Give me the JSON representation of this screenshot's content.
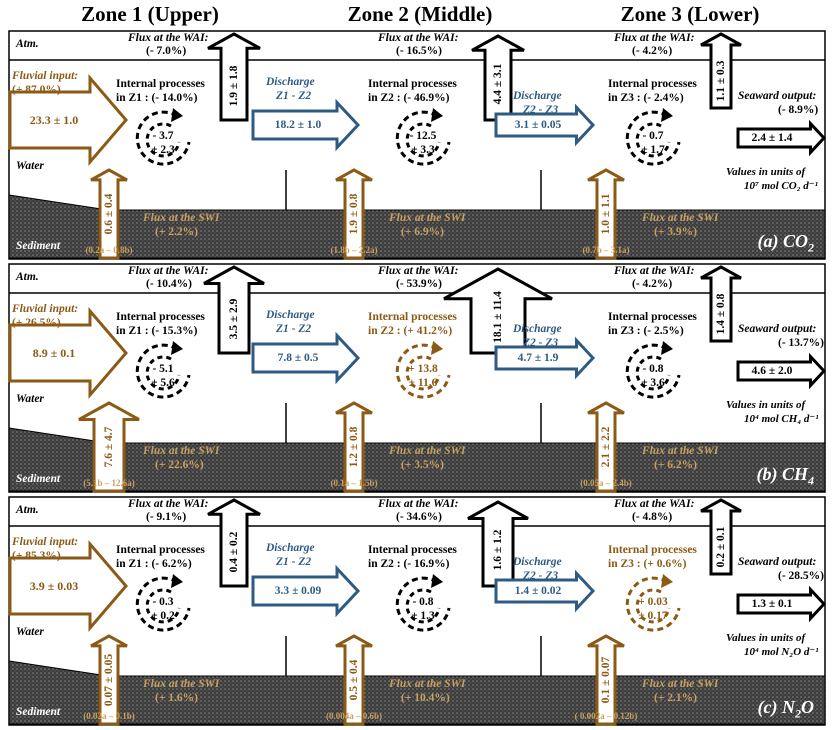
{
  "zones": [
    "Zone 1 (Upper)",
    "Zone 2 (Middle)",
    "Zone 3 (Lower)"
  ],
  "common": {
    "atm": "Atm.",
    "water": "Water",
    "sediment": "Sediment",
    "flux_wai": "Flux at the WAI:",
    "flux_swi": "Flux at the SWI",
    "fluvial": "Fluvial input:",
    "seaward": "Seaward output:",
    "internal": "Internal processes",
    "discharge": "Discharge"
  },
  "panels": [
    {
      "label": "(a) CO",
      "label_sub": "2",
      "fluvial_pct": "(+ 87.0%)",
      "fluvial_val": "23.3 ± 1.0",
      "wai": [
        "(- 7.0%)",
        "(- 16.5%)",
        "(- 4.2%)"
      ],
      "wai_val": [
        "1.9 ± 1.8",
        "4.4 ± 3.1",
        "1.1 ± 0.3"
      ],
      "internal_z": [
        "in Z1 : (- 14.0%)",
        "in Z2 : (- 46.9%)",
        "in Z3 : (- 2.4%)"
      ],
      "internal_val": [
        [
          "- 3.7",
          "± 2.3"
        ],
        [
          "- 12.5",
          "± 3.3"
        ],
        [
          "- 0.7",
          "± 1.7"
        ]
      ],
      "discharge_sub": [
        "Z1 - Z2",
        "Z2 - Z3"
      ],
      "discharge_val": [
        "18.2 ± 1.0",
        "3.1 ± 0.05"
      ],
      "swi_val": [
        "0.6 ± 0.4",
        "1.9 ± 0.8",
        "1.0 ± 1.1"
      ],
      "swi_pct": [
        "(+ 2.2%)",
        "(+ 6.9%)",
        "(+ 3.9%)"
      ],
      "swi_range": [
        "(0.2a – 0.8b)",
        "(1.8b – 2.2a)",
        "(0.7b – 3.1a)"
      ],
      "seaward_pct": "(- 8.9%)",
      "seaward_val": "2.4 ± 1.4",
      "units": [
        "Values in units of",
        "10⁷ mol CO₂ d⁻¹"
      ],
      "internal_colors": [
        "black",
        "black",
        "black"
      ]
    },
    {
      "label": "(b) CH",
      "label_sub": "4",
      "fluvial_pct": "(+ 26.5%)",
      "fluvial_val": "8.9 ± 0.1",
      "wai": [
        "(- 10.4%)",
        "(- 53.9%)",
        "(- 4.2%)"
      ],
      "wai_val": [
        "3.5 ± 2.9",
        "18.1 ± 11.4",
        "1.4 ± 0.8"
      ],
      "internal_z": [
        "in Z1 : (- 15.3%)",
        "in Z2 : (+ 41.2%)",
        "in Z3 : (- 2.5%)"
      ],
      "internal_val": [
        [
          "- 5.1",
          "± 5.6"
        ],
        [
          "+ 13.8",
          "± 11.6"
        ],
        [
          "- 0.8",
          "± 3.6"
        ]
      ],
      "discharge_sub": [
        "Z1 - Z2",
        "Z2 - Z3"
      ],
      "discharge_val": [
        "7.8 ± 0.5",
        "4.7 ± 1.9"
      ],
      "swi_val": [
        "7.6 ± 4.7",
        "1.2 ± 0.8",
        "2.1 ± 2.2"
      ],
      "swi_pct": [
        "(+ 22.6%)",
        "(+ 3.5%)",
        "(+ 6.2%)"
      ],
      "swi_range": [
        "(5.1b – 12.6a)",
        "(0.1a – 1.5b)",
        "(0.05a – 2.4b)"
      ],
      "seaward_pct": "(- 13.7%)",
      "seaward_val": "4.6 ± 2.0",
      "units": [
        "Values in units of",
        "10⁴ mol CH₄ d⁻¹"
      ],
      "internal_colors": [
        "black",
        "brown",
        "black"
      ]
    },
    {
      "label": "(c) N",
      "label_sub": "2",
      "label_tail": "O",
      "fluvial_pct": "(+ 85.3%)",
      "fluvial_val": "3.9 ± 0.03",
      "wai": [
        "(- 9.1%)",
        "(- 34.6%)",
        "(- 4.8%)"
      ],
      "wai_val": [
        "0.4 ± 0.2",
        "1.6 ± 1.2",
        "0.2 ± 0.1"
      ],
      "internal_z": [
        "in Z1 : (- 6.2%)",
        "in Z2 : (- 16.9%)",
        "in Z3 : (+ 0.6%)"
      ],
      "internal_val": [
        [
          "- 0.3",
          "± 0.2"
        ],
        [
          "- 0.8",
          "± 1.3"
        ],
        [
          "+ 0.03",
          "± 0.17"
        ]
      ],
      "discharge_sub": [
        "Z1 - Z2",
        "Z2 - Z3"
      ],
      "discharge_val": [
        "3.3 ± 0.09",
        "1.4 ± 0.02"
      ],
      "swi_val": [
        "0.07 ± 0.05",
        "0.5 ± 0.4",
        "0.1 ± 0.07"
      ],
      "swi_pct": [
        "(+ 1.6%)",
        "(+ 10.4%)",
        "(+ 2.1%)"
      ],
      "swi_range": [
        "(0.02a – 0.1b)",
        "(0.004a – 0.6b)",
        "( 0.002a – 0.12b)"
      ],
      "seaward_pct": "(- 28.5%)",
      "seaward_val": "1.3 ± 0.1",
      "units": [
        "Values in units of",
        "10⁴ mol N₂O d⁻¹"
      ],
      "internal_colors": [
        "black",
        "black",
        "brown"
      ]
    }
  ],
  "colors": {
    "brown": "#8B5A14",
    "blue": "#2E5B84",
    "sediment": "#555555"
  }
}
